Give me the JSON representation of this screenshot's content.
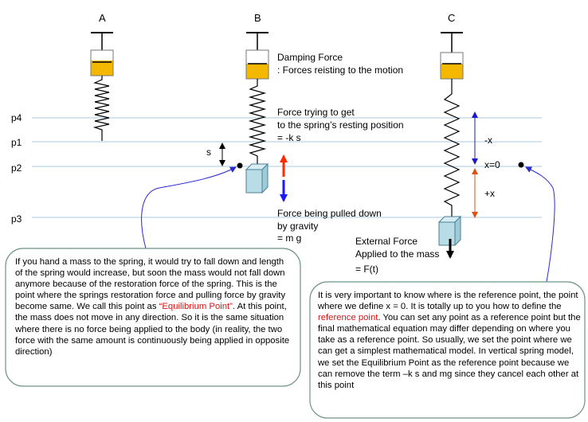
{
  "columns": {
    "a": "A",
    "b": "B",
    "c": "C"
  },
  "levels": {
    "p4": "p4",
    "p1": "p1",
    "p2": "p2",
    "p3": "p3"
  },
  "labels": {
    "s": "s",
    "damping_title": "Damping Force",
    "damping_desc": ": Forces reisting to the motion",
    "spring_force_1": "Force trying to get",
    "spring_force_2": "to the spring’s resting position",
    "spring_force_3": "= -k s",
    "gravity_1": "Force being pulled down",
    "gravity_2": "by gravity",
    "gravity_3": "= m g",
    "external_1": "External Force",
    "external_2": "Applied to the mass",
    "external_3": "= F(t)",
    "minus_x": "-x",
    "x_zero": "x=0",
    "plus_x": "+x"
  },
  "left_note": {
    "before": "If you hand a mass to the spring, it would try to fall down and length of the spring would increase, but soon the mass would not fall down anymore because of the restoration force of the spring. This is the point where the springs restoration force and pulling force by gravity become same. We call this point as ",
    "highlight": "“Equilibrium Point”",
    "after": ". At this point, the mass does not move in any direction. So it is the same situation where there is no force being applied to the body (in reality, the two force with the same amount is continuously being applied in opposite direction)"
  },
  "right_note": {
    "before": "It is very important to know where is the reference point, the point where we define x = 0. It is totally up to you how to define the ",
    "highlight": "reference point",
    "after": ". You can set any point as a reference point but the final mathematical equation may differ depending on where you take as a reference point. So usually, we set the point where we can get a simplest mathematical model. In vertical spring model, we set the Equilibrium Point as the reference point because we can remove the term –k s and mg since they cancel each other at this point"
  },
  "colors": {
    "guide_line": "#a9cbe0",
    "damper_fluid": "#f5b800",
    "mass_fill": "#b9dde6",
    "mass_stroke": "#4a7f96",
    "restoring_arrow": "#ff2a00",
    "gravity_arrow": "#1a1aff",
    "minus_x_arrow": "#1a1acc",
    "plus_x_arrow": "#e05010",
    "bubble_border": "#6f9484",
    "highlight_text": "#e01010",
    "pointer_line": "#2a2ad0"
  }
}
